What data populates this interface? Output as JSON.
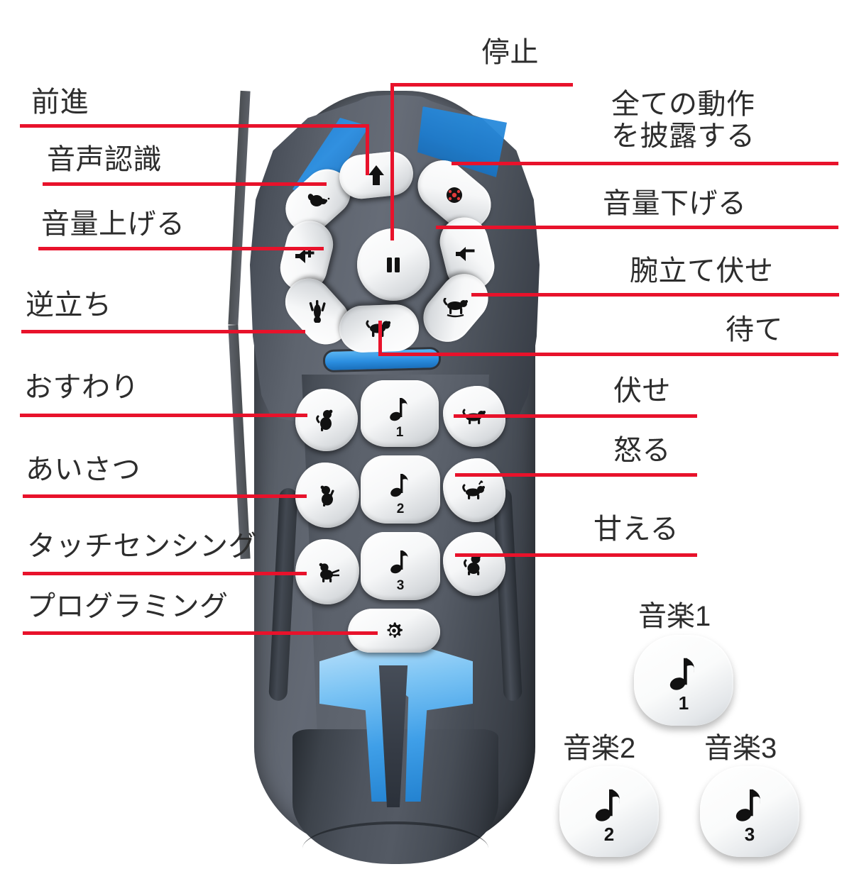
{
  "diagram": {
    "title": "ロボット犬リモコン ボタン説明図",
    "accent_color": "#e8122b",
    "body_color": "#5a606a",
    "blue_accent": "#2b8ee0",
    "button_color": "#ffffff"
  },
  "labels_left": [
    {
      "id": "forward",
      "text": "前進"
    },
    {
      "id": "voice",
      "text": "音声認識"
    },
    {
      "id": "volume-up",
      "text": "音量上げる"
    },
    {
      "id": "handstand",
      "text": "逆立ち"
    },
    {
      "id": "sit",
      "text": "おすわり"
    },
    {
      "id": "greeting",
      "text": "あいさつ"
    },
    {
      "id": "touch-sensing",
      "text": "タッチセンシング"
    },
    {
      "id": "programming",
      "text": "プログラミング"
    }
  ],
  "labels_top": [
    {
      "id": "stop",
      "text": "停止"
    }
  ],
  "labels_right": [
    {
      "id": "show-all",
      "text": "全ての動作\nを披露する"
    },
    {
      "id": "volume-down",
      "text": "音量下げる"
    },
    {
      "id": "pushup",
      "text": "腕立て伏せ"
    },
    {
      "id": "wait",
      "text": "待て"
    },
    {
      "id": "lie-down",
      "text": "伏せ"
    },
    {
      "id": "angry",
      "text": "怒る"
    },
    {
      "id": "spoil",
      "text": "甘える"
    }
  ],
  "music_keys": [
    {
      "id": "music1",
      "label": "音楽1",
      "number": "1"
    },
    {
      "id": "music2",
      "label": "音楽2",
      "number": "2"
    },
    {
      "id": "music3",
      "label": "音楽3",
      "number": "3"
    }
  ],
  "remote_buttons": {
    "dpad": [
      {
        "id": "voice-recognition",
        "icon": "dog-head-icon",
        "label": "音声認識"
      },
      {
        "id": "forward",
        "icon": "up-arrow-icon",
        "label": "前進"
      },
      {
        "id": "show-all",
        "icon": "paw-ball-icon",
        "label": "全ての動作を披露する"
      },
      {
        "id": "volume-up",
        "icon": "speaker-plus-icon",
        "label": "音量上げる"
      },
      {
        "id": "stop",
        "icon": "pause-icon",
        "label": "停止"
      },
      {
        "id": "volume-down",
        "icon": "speaker-minus-icon",
        "label": "音量下げる"
      },
      {
        "id": "handstand",
        "icon": "dog-handstand-icon",
        "label": "逆立ち"
      },
      {
        "id": "wait",
        "icon": "dog-wait-icon",
        "label": "待て"
      },
      {
        "id": "pushup",
        "icon": "dog-pushup-icon",
        "label": "腕立て伏せ"
      }
    ],
    "grid": [
      {
        "id": "sit",
        "icon": "dog-sit-icon",
        "label": "おすわり"
      },
      {
        "id": "music-1",
        "icon": "music-note-icon",
        "number": "1",
        "label": "音楽1"
      },
      {
        "id": "lie-down",
        "icon": "dog-lie-icon",
        "label": "伏せ"
      },
      {
        "id": "greeting",
        "icon": "dog-greet-icon",
        "label": "あいさつ"
      },
      {
        "id": "music-2",
        "icon": "music-note-icon",
        "number": "2",
        "label": "音楽2"
      },
      {
        "id": "angry",
        "icon": "dog-angry-icon",
        "label": "怒る"
      },
      {
        "id": "touch-sensing",
        "icon": "dog-touch-icon",
        "label": "タッチセンシング"
      },
      {
        "id": "music-3",
        "icon": "music-note-icon",
        "number": "3",
        "label": "音楽3"
      },
      {
        "id": "spoil",
        "icon": "dog-spoil-icon",
        "label": "甘える"
      }
    ],
    "settings": {
      "id": "programming",
      "icon": "gear-icon",
      "label": "プログラミング"
    }
  }
}
